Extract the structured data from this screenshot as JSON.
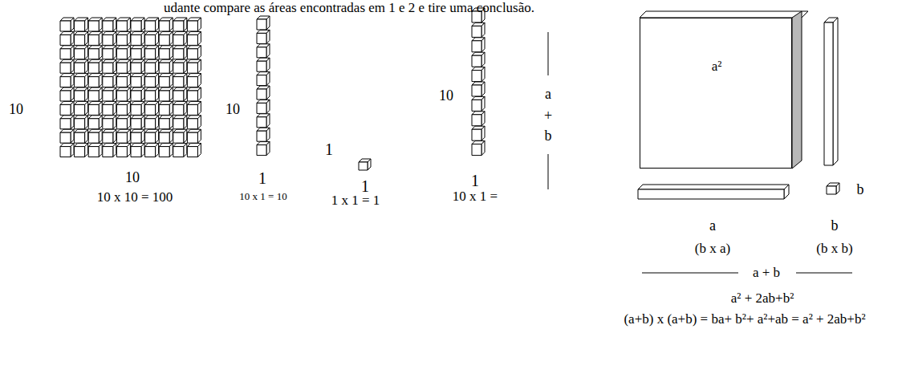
{
  "diagram": {
    "nodes": [
      {
        "text": [
          "a²"
        ]
      }
    ],
    "labels": [
      "udante compare as áreas encontradas em 1 e 2 e tire uma conclusão.",
      "10",
      "10",
      "10 x 10 = 100",
      "10",
      "1",
      "10 x 1 = 10",
      "1",
      "1",
      "1 x 1 = 1",
      "10",
      "1",
      "10 x 1 =",
      "a",
      "+",
      "b",
      "b",
      "a",
      "b",
      "(b x a)",
      "(b x b)",
      "a + b",
      "a² + 2ab+b²",
      "(a+b) x (a+b) = ba+ b²+ a²+ab = a² + 2ab+b²"
    ]
  }
}
